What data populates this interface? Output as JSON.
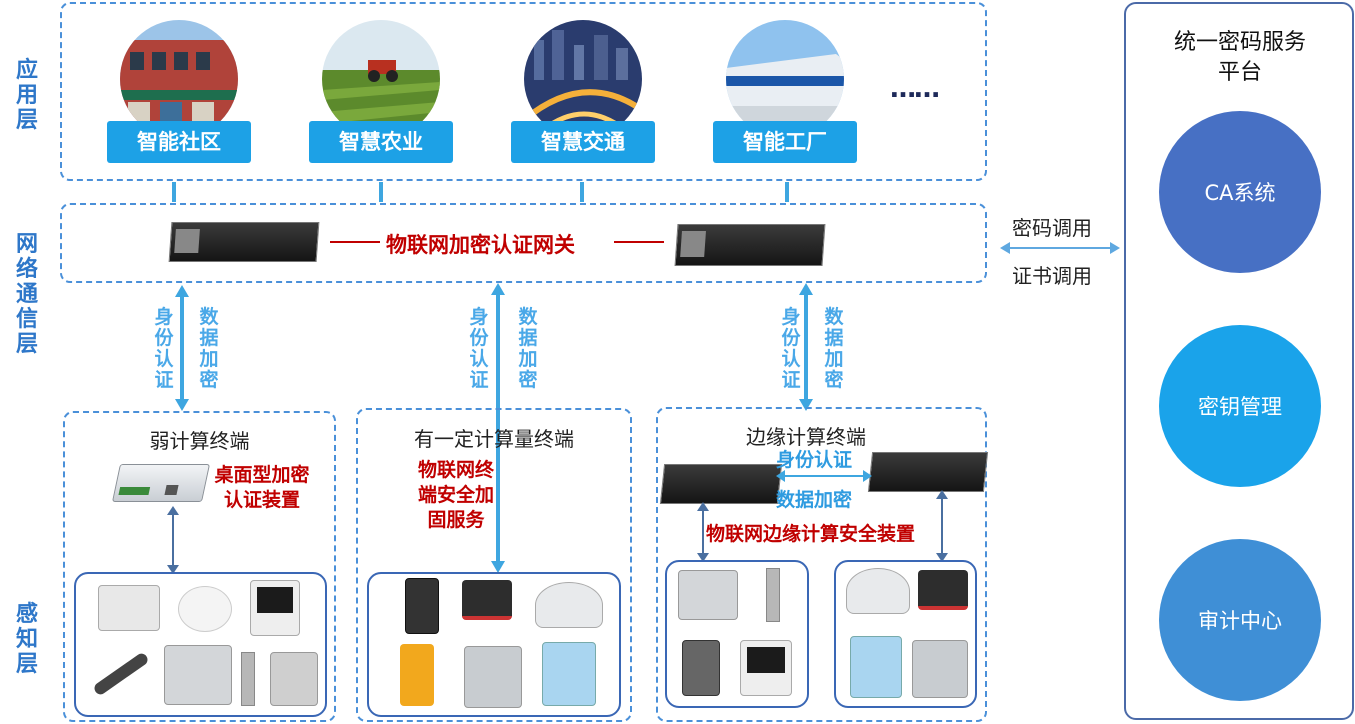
{
  "layers": {
    "application": "应用层",
    "network": "网络通信层",
    "perception": "感知层"
  },
  "apps": [
    {
      "label": "智能社区",
      "icon": "building-street-photo"
    },
    {
      "label": "智慧农业",
      "icon": "farm-tractor-photo"
    },
    {
      "label": "智慧交通",
      "icon": "highway-city-photo"
    },
    {
      "label": "智能工厂",
      "icon": "factory-building-photo"
    }
  ],
  "ellipsis": "……",
  "gateway_label": "物联网加密认证网关",
  "links": {
    "identity": "身份认证",
    "encryption": "数据加密",
    "key_call": "密码调用",
    "cert_call": "证书调用"
  },
  "terminals": {
    "weak": {
      "title": "弱计算终端",
      "device": "桌面型加密认证装置"
    },
    "medium": {
      "title": "有一定计算量终端",
      "service": "物联网终端安全加固服务"
    },
    "edge": {
      "title": "边缘计算终端",
      "identity": "身份认证",
      "encryption": "数据加密",
      "device": "物联网边缘计算安全装置"
    }
  },
  "platform": {
    "title": "统一密码服务平台",
    "services": [
      "CA系统",
      "密钥管理",
      "审计中心"
    ]
  },
  "colors": {
    "accent": "#1da1e6",
    "dashed_border": "#4a90d9",
    "emphasis_red": "#c00000",
    "circle1": "#4770c4",
    "circle2": "#1aa3ea",
    "circle3": "#3f8fd6"
  }
}
